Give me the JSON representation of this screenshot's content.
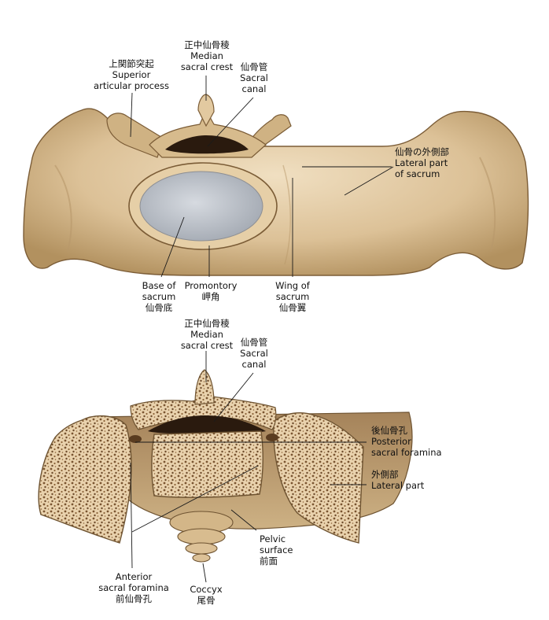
{
  "colors": {
    "bone": "#dcc197",
    "bone_light": "#eedbbb",
    "bone_dark": "#a88659",
    "outline": "#6e5331",
    "disc": "#b3b8bf",
    "disc_light": "#d2d6dc",
    "spongy_dot": "#7a5531",
    "canal": "#2a1a0e",
    "leader": "#1a1a1a"
  },
  "top_labels": {
    "median_crest": {
      "jp": "正中仙骨稜",
      "en1": "Median",
      "en2": "sacral crest"
    },
    "superior_process": {
      "jp": "上関節突起",
      "en1": "Superior",
      "en2": "articular process"
    },
    "sacral_canal": {
      "jp": "仙骨管",
      "en1": "Sacral",
      "en2": "canal"
    },
    "lateral_part": {
      "jp": "仙骨の外側部",
      "en1": "Lateral part",
      "en2": "of sacrum"
    },
    "base": {
      "en1": "Base of",
      "en2": "sacrum",
      "jp": "仙骨底"
    },
    "promontory": {
      "en1": "Promontory",
      "jp": "岬角"
    },
    "wing": {
      "en1": "Wing of",
      "en2": "sacrum",
      "jp": "仙骨翼"
    }
  },
  "bottom_labels": {
    "median_crest": {
      "jp": "正中仙骨稜",
      "en1": "Median",
      "en2": "sacral crest"
    },
    "sacral_canal": {
      "jp": "仙骨管",
      "en1": "Sacral",
      "en2": "canal"
    },
    "posterior_foramina": {
      "jp": "後仙骨孔",
      "en1": "Posterior",
      "en2": "sacral foramina"
    },
    "lateral_part": {
      "jp": "外側部",
      "en1": "Lateral part"
    },
    "pelvic_surface": {
      "en1": "Pelvic",
      "en2": "surface",
      "jp": "前面"
    },
    "anterior_foramina": {
      "en1": "Anterior",
      "en2": "sacral foramina",
      "jp": "前仙骨孔"
    },
    "coccyx": {
      "en1": "Coccyx",
      "jp": "尾骨"
    }
  }
}
